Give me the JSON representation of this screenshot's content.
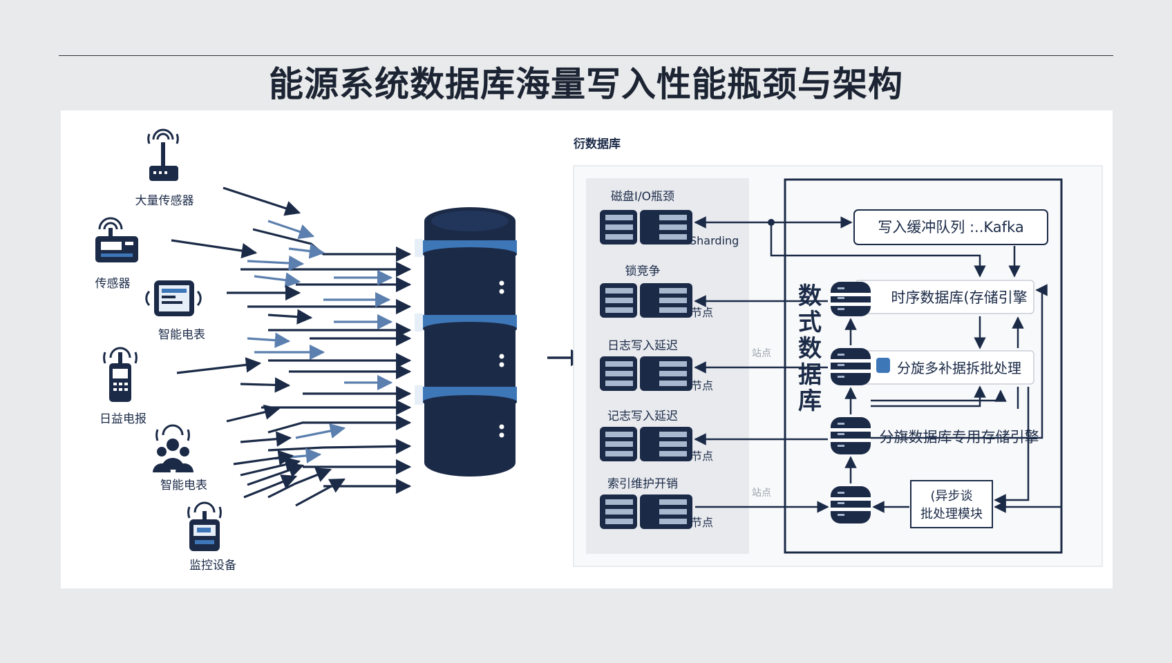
{
  "title": "能源系统数据库海量写入性能瓶颈与架构",
  "colors": {
    "navy": "#1b2a47",
    "blue": "#3e77b8",
    "panel": "#eff1f4",
    "white": "#ffffff"
  },
  "devices": [
    {
      "label": "大量传感器",
      "icon": "router-icon"
    },
    {
      "label": "传感器",
      "icon": "sensor-icon"
    },
    {
      "label": "智能电表",
      "icon": "tablet-icon"
    },
    {
      "label": "日益电报",
      "icon": "handheld-icon"
    },
    {
      "label": "智能电表",
      "icon": "users-icon"
    },
    {
      "label": "监控设备",
      "icon": "monitor-device-icon"
    }
  ],
  "db_section": "衍数据库",
  "bottlenecks": [
    {
      "label": "磁盘I/O瓶颈",
      "side": "Sharding"
    },
    {
      "label": "锁竞争",
      "side": "节点"
    },
    {
      "label": "日志写入延迟",
      "side": "节点"
    },
    {
      "label": "记志写入延迟",
      "side": "节点"
    },
    {
      "label": "索引维护开销",
      "side": "节点"
    }
  ],
  "faint_labels": [
    "站点",
    "站点"
  ],
  "distributed_db": "数式数据库",
  "modules": {
    "queue": "写入缓冲队列 :..Kafka",
    "tsdb": "时序数据库(存储引擎",
    "batch": "分旋多补据拆批处理",
    "engine": "分旗数据库专用存储引擎",
    "async": "(异步谈\n批处理模块"
  }
}
